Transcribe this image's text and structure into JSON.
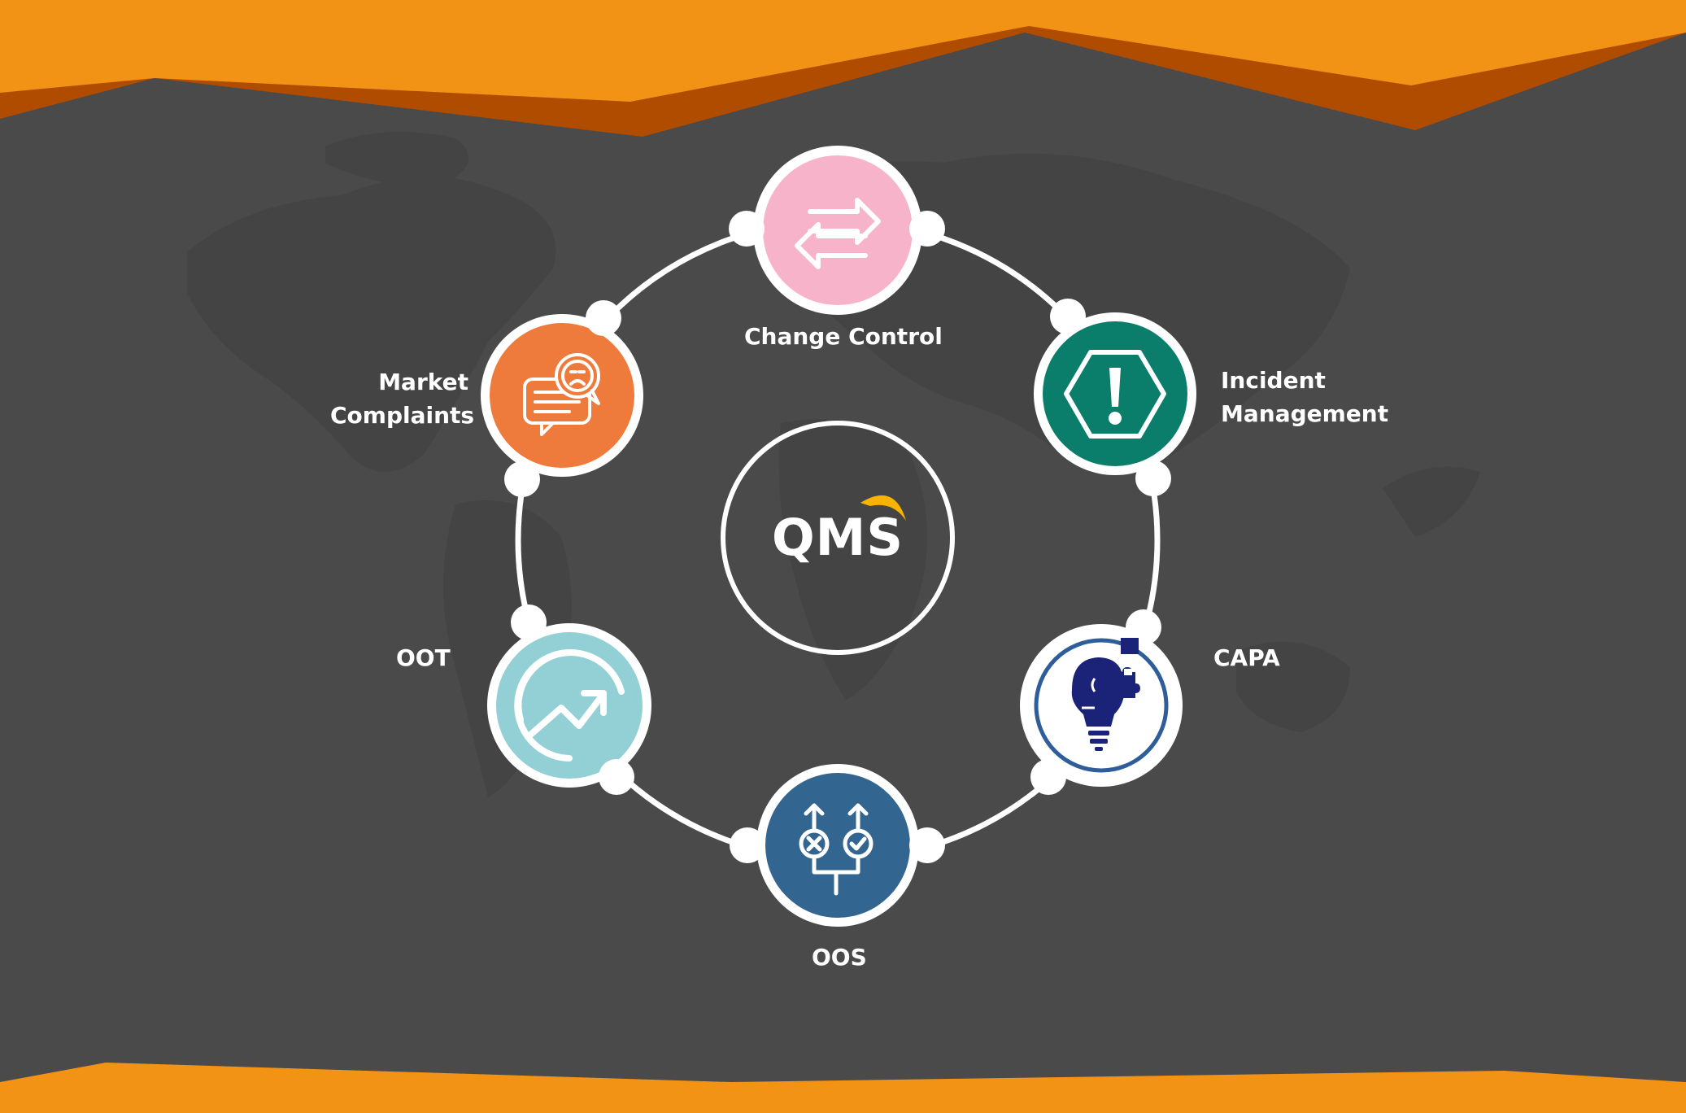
{
  "center": {
    "label": "QMS"
  },
  "nodes": [
    {
      "id": "change-control",
      "lines": [
        "Change Control"
      ],
      "icon": "swap-arrows-icon",
      "color": "#f7b3c9"
    },
    {
      "id": "incident-management",
      "lines": [
        "Incident",
        "Management"
      ],
      "icon": "warning-hexagon-icon",
      "color": "#0a7e6a"
    },
    {
      "id": "capa",
      "lines": [
        "CAPA"
      ],
      "icon": "lightbulb-puzzle-icon",
      "color": "#ffffff"
    },
    {
      "id": "oos",
      "lines": [
        "OOS"
      ],
      "icon": "decision-branch-icon",
      "color": "#32658f"
    },
    {
      "id": "oot",
      "lines": [
        "OOT"
      ],
      "icon": "trend-up-icon",
      "color": "#92d0d5"
    },
    {
      "id": "market-complaints",
      "lines": [
        "Market",
        "Complaints"
      ],
      "icon": "complaint-chat-icon",
      "color": "#ee7a3b"
    }
  ],
  "colors": {
    "background": "#4a4a4a",
    "banner_orange": "#f29315",
    "banner_dark": "#b04c00",
    "ring": "#ffffff",
    "accent": "#f6b300"
  }
}
